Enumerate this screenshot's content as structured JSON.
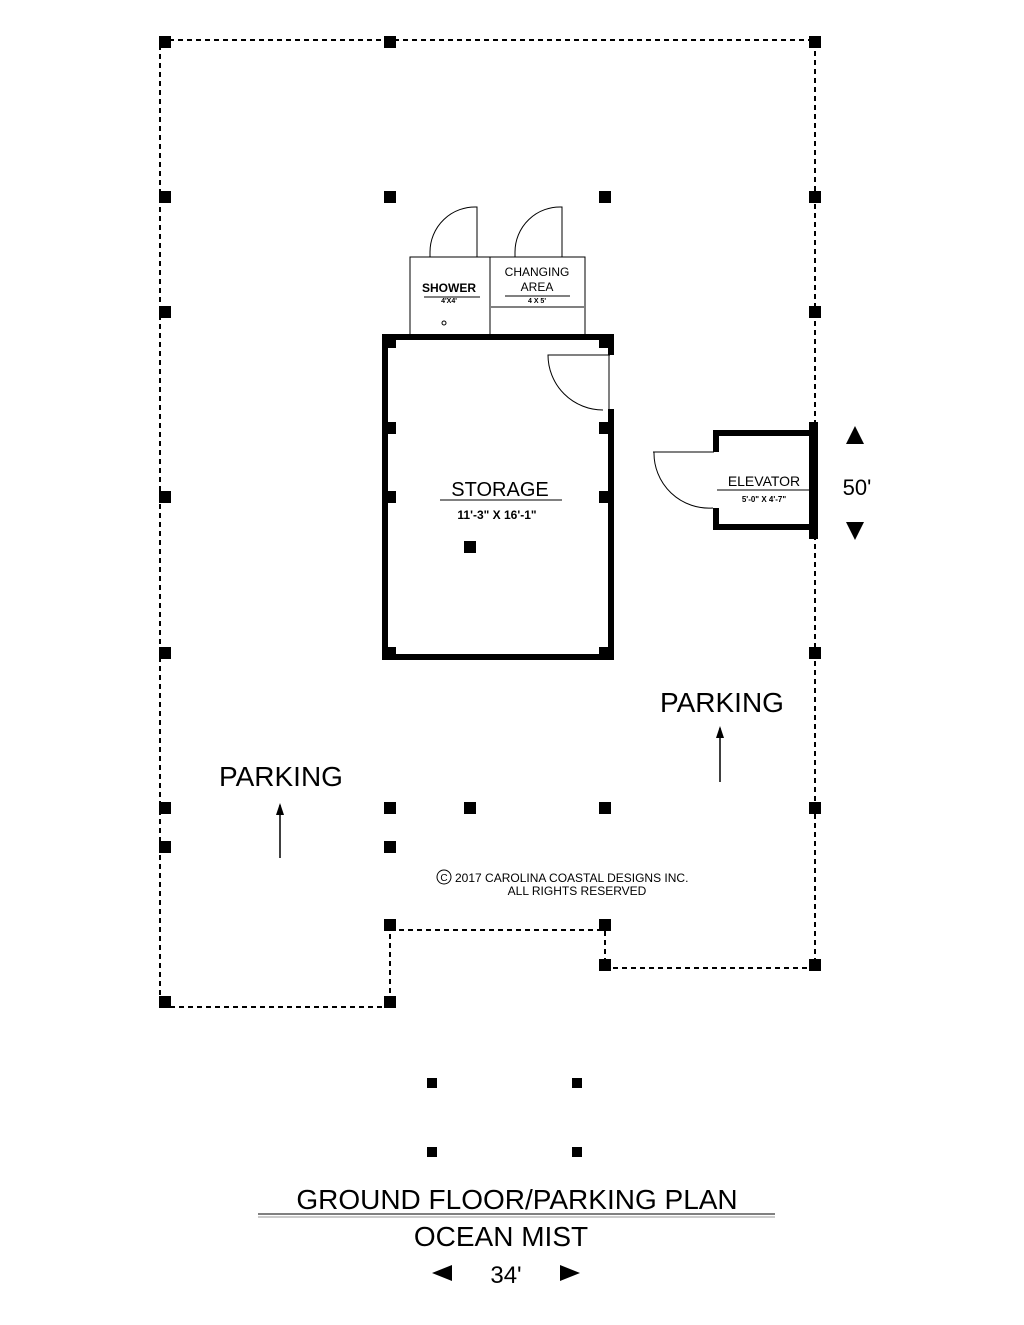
{
  "rooms": {
    "shower": {
      "label": "SHOWER",
      "size": "4'X4'"
    },
    "changing": {
      "label_line1": "CHANGING",
      "label_line2": "AREA",
      "size": "4 X 5'"
    },
    "storage": {
      "label": "STORAGE",
      "size": "11'-3\" X 16'-1\""
    },
    "elevator": {
      "label": "ELEVATOR",
      "size": "5'-0\" X 4'-7\""
    }
  },
  "parking_labels": [
    "PARKING",
    "PARKING"
  ],
  "dimensions": {
    "depth": "50'",
    "width": "34'"
  },
  "copyright": {
    "line1": "2017 CAROLINA COASTAL DESIGNS INC.",
    "line2": "ALL RIGHTS RESERVED",
    "symbol": "C"
  },
  "title": {
    "main": "GROUND FLOOR/PARKING PLAN",
    "subtitle": "OCEAN MIST"
  }
}
